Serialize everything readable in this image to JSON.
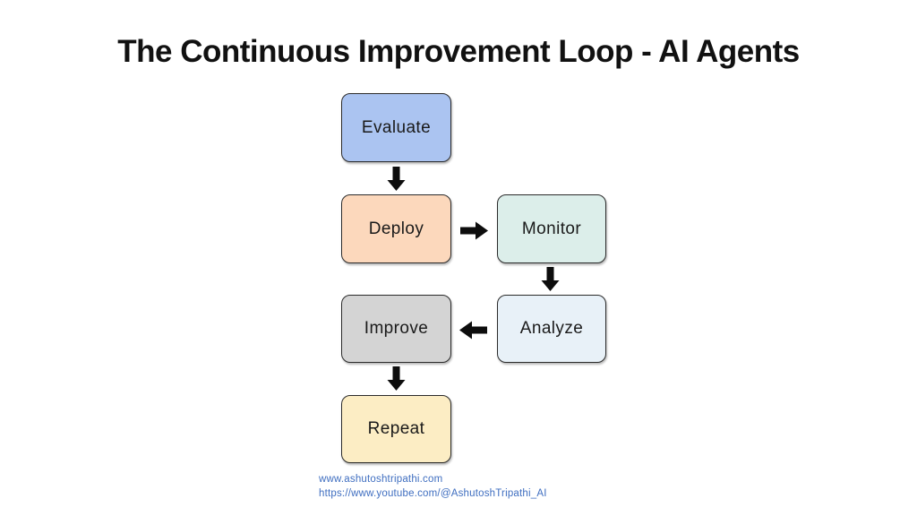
{
  "page": {
    "title": "The Continuous Improvement Loop - AI Agents",
    "background": "#ffffff",
    "title_color": "#111111"
  },
  "diagram": {
    "arrow_color": "#0d0d0d",
    "border_color": "#2b2b2b",
    "nodes": [
      {
        "id": "evaluate",
        "label": "Evaluate",
        "fill": "#abc4f1"
      },
      {
        "id": "deploy",
        "label": "Deploy",
        "fill": "#fcd8bc"
      },
      {
        "id": "monitor",
        "label": "Monitor",
        "fill": "#dceeea"
      },
      {
        "id": "improve",
        "label": "Improve",
        "fill": "#d4d4d4"
      },
      {
        "id": "analyze",
        "label": "Analyze",
        "fill": "#e8f1f8"
      },
      {
        "id": "repeat",
        "label": "Repeat",
        "fill": "#fcedc4"
      }
    ],
    "connections": [
      {
        "from": "evaluate",
        "to": "deploy",
        "direction": "down"
      },
      {
        "from": "deploy",
        "to": "monitor",
        "direction": "right"
      },
      {
        "from": "monitor",
        "to": "analyze",
        "direction": "down"
      },
      {
        "from": "analyze",
        "to": "improve",
        "direction": "left"
      },
      {
        "from": "improve",
        "to": "repeat",
        "direction": "down"
      }
    ]
  },
  "footer": {
    "website": "www.ashutoshtripathi.com",
    "youtube": "https://www.youtube.com/@AshutoshTripathi_AI",
    "link_color": "#3f6ec0"
  }
}
